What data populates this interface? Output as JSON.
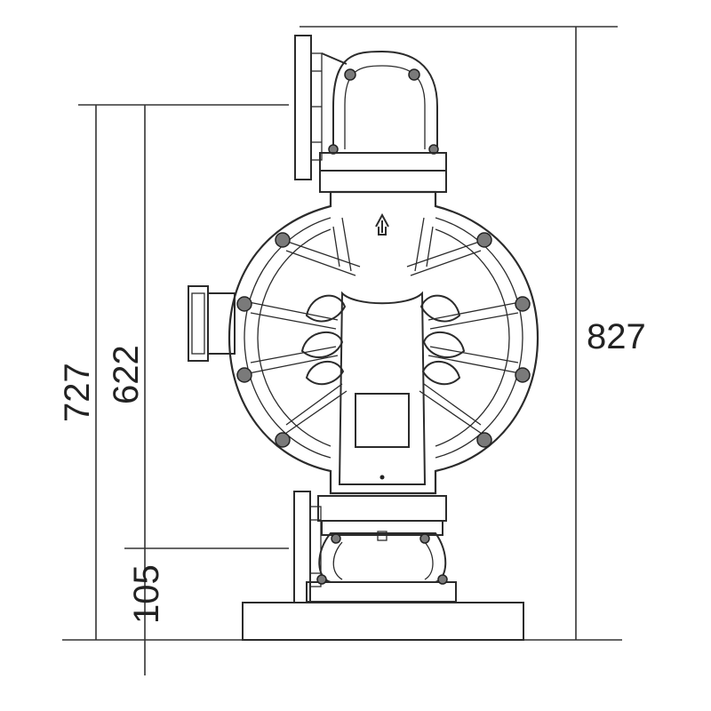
{
  "dimensions": {
    "overall_height": "827",
    "height_727": "727",
    "height_622": "622",
    "height_105": "105"
  },
  "colors": {
    "line": "#2b2b2b",
    "background": "#ffffff",
    "bolt": "#7a7a7a"
  },
  "icons": {
    "flow_arrow": "up-arrow-icon"
  }
}
